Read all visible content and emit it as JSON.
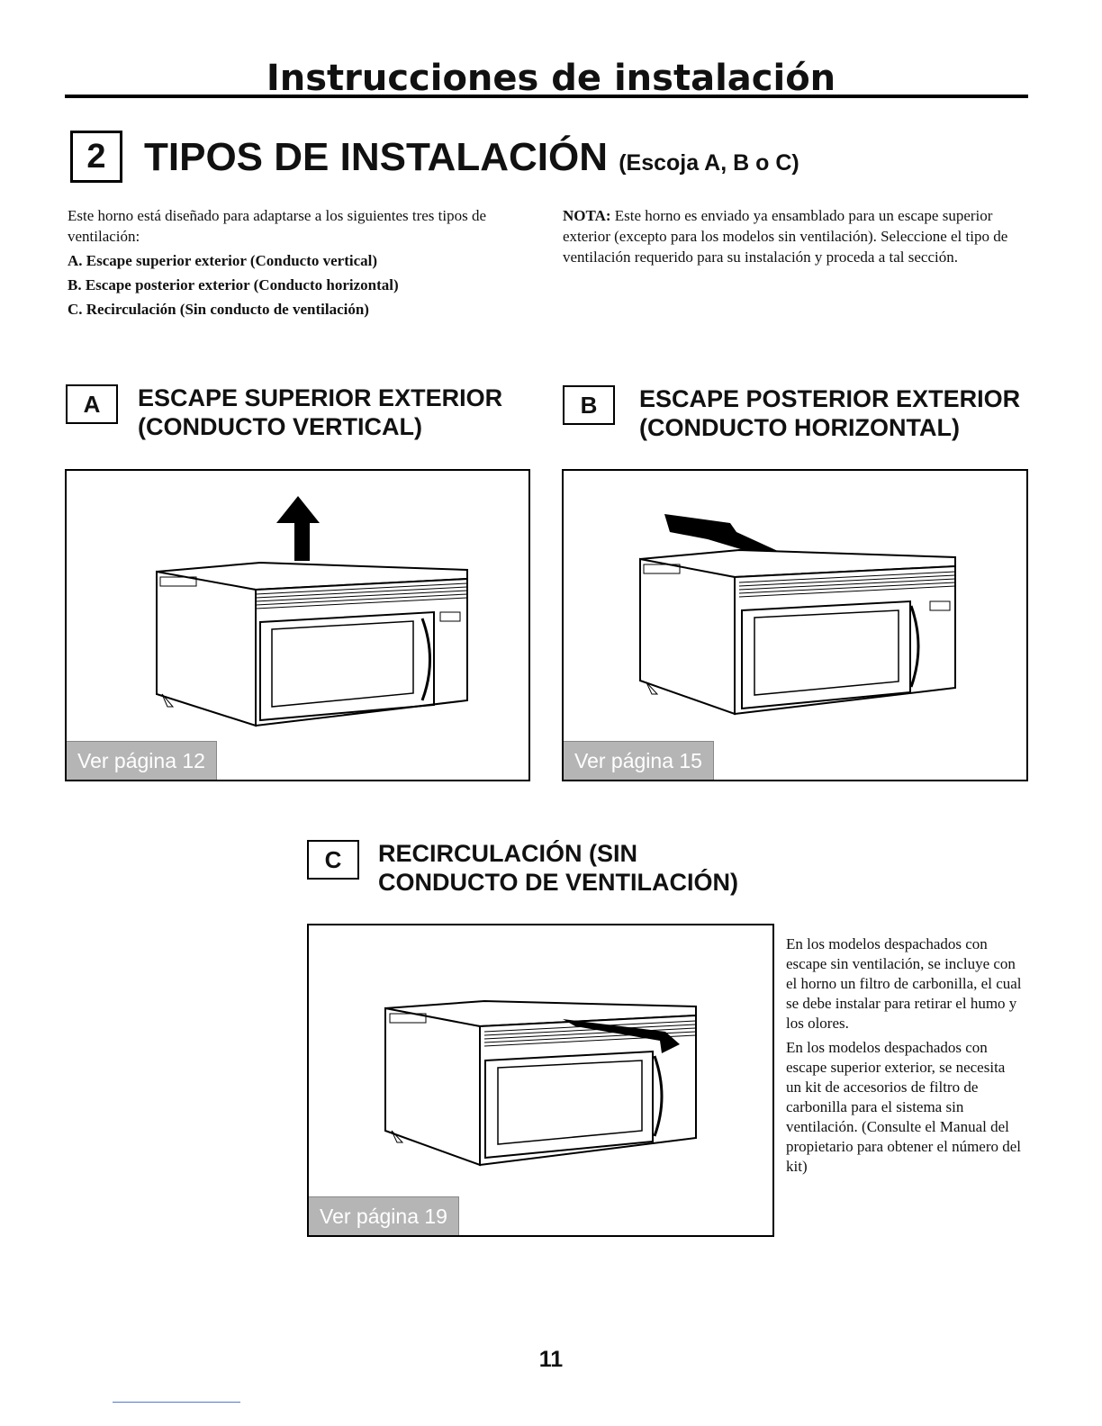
{
  "header": {
    "title": "Instrucciones de instalación"
  },
  "section": {
    "number": "2",
    "title": "TIPOS DE INSTALACIÓN",
    "subtitle": "(Escoja A, B o C)"
  },
  "intro": {
    "text": "Este horno está diseñado para adaptarse a los siguientes tres tipos de ventilación:",
    "options": [
      "A. Escape superior exterior (Conducto vertical)",
      "B. Escape posterior exterior (Conducto horizontal)",
      "C. Recirculación (Sin conducto de ventilación)"
    ]
  },
  "nota": {
    "label": "NOTA:",
    "text": "Este horno es enviado ya ensamblado para un escape superior exterior (excepto para los modelos sin ventilación). Seleccione el tipo de ventilación requerido para su instalación y proceda a tal sección."
  },
  "options": {
    "a": {
      "letter": "A",
      "title_line1": "ESCAPE SUPERIOR EXTERIOR",
      "title_line2": "(CONDUCTO VERTICAL)",
      "see_page": "Ver página 12"
    },
    "b": {
      "letter": "B",
      "title_line1": "ESCAPE POSTERIOR EXTERIOR",
      "title_line2": "(CONDUCTO HORIZONTAL)",
      "see_page": "Ver página 15"
    },
    "c": {
      "letter": "C",
      "title_line1": "RECIRCULACIÓN (SIN",
      "title_line2": "CONDUCTO DE VENTILACIÓN)",
      "see_page": "Ver página 19"
    }
  },
  "side_text": {
    "p1": "En los modelos despachados con escape sin ventilación, se incluye con el horno un filtro de carbonilla, el cual se debe instalar para retirar el humo y los olores.",
    "p2": "En los modelos despachados con escape superior exterior, se necesita un kit de accesorios de filtro de carbonilla para el sistema sin ventilación. (Consulte el Manual del propietario para obtener el número del kit)"
  },
  "page_number": "11"
}
